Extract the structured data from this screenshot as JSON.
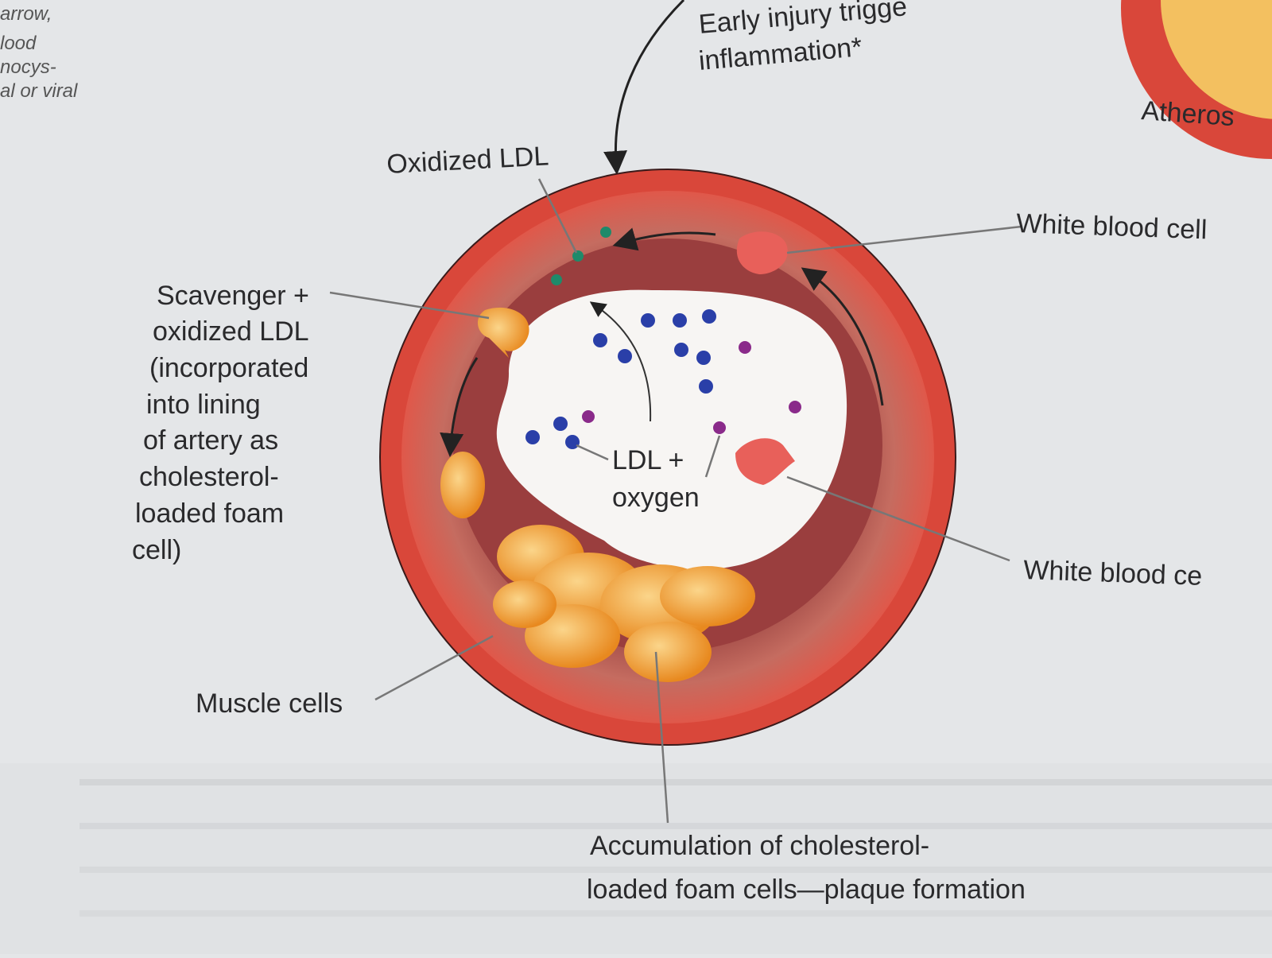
{
  "diagram": {
    "side_text": [
      "arrow,",
      "lood",
      "nocys-",
      "al or viral"
    ],
    "inflammation_label": [
      "Early injury trigge",
      "inflammation*"
    ],
    "atheros_label": "Atheros",
    "oxidized_ldl_label": "Oxidized LDL",
    "white_blood_cell_top_label": "White blood cell",
    "scavenger_label": [
      "Scavenger +",
      "oxidized LDL",
      "(incorporated",
      "into lining",
      "of artery as",
      "cholesterol-",
      "loaded foam",
      "cell)"
    ],
    "ldl_oxygen_label": [
      "LDL +",
      "oxygen"
    ],
    "white_blood_cell_bottom_label": "White blood ce",
    "muscle_cells_label": "Muscle cells",
    "plaque_label": [
      "Accumulation of cholesterol-",
      "loaded foam cells—plaque formation"
    ],
    "colors": {
      "artery_outer": "#d9473a",
      "artery_wall": "#c7685c",
      "artery_inner": "#a84a45",
      "foam_cell": "#f0a035",
      "ldl": "#2a3fa8",
      "oxygen": "#8a2a8a",
      "oxidized_ldl": "#1f8a6a",
      "white_blood_cell": "#e8605a"
    }
  }
}
